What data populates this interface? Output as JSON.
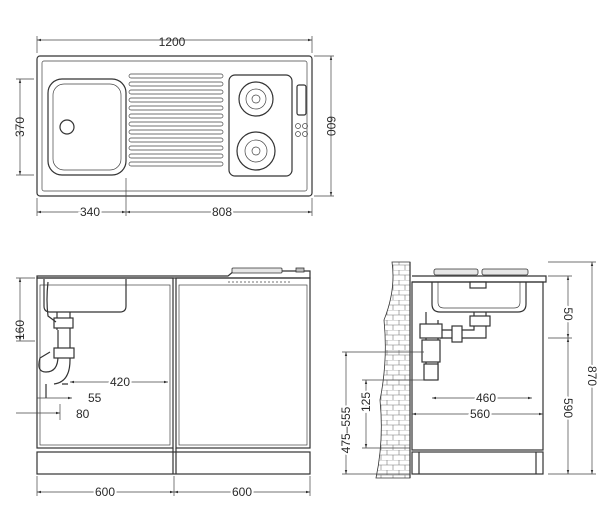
{
  "top_view": {
    "width": "1200",
    "height": "600",
    "bowl_depth": "370",
    "bowl_width": "340",
    "drainer_width": "808"
  },
  "front_view": {
    "drain_height": "160",
    "waste_offset": "420",
    "trap_offset_a": "55",
    "trap_offset_b": "80",
    "cabinet_left": "600",
    "cabinet_right": "600"
  },
  "side_view": {
    "bowl_depth": "50",
    "total_height": "870",
    "cabinet_height": "590",
    "outlet_range": "475–555",
    "outlet_height": "125",
    "outlet_offset": "460",
    "cabinet_depth": "560"
  }
}
